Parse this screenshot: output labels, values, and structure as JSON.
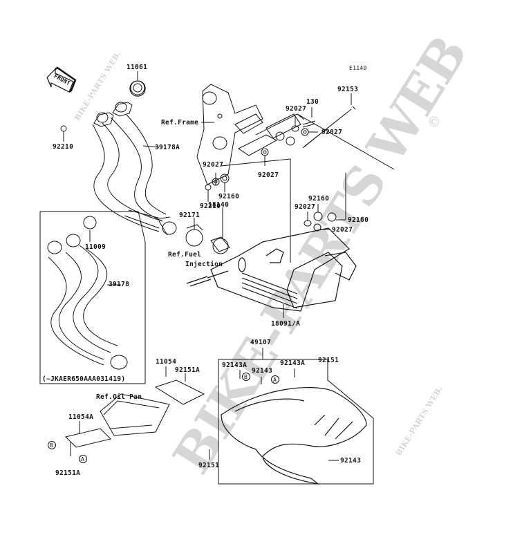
{
  "diagram": {
    "code": "E1140",
    "front_indicator": "FRONT",
    "watermark": {
      "main": "BIKE-PARTS WEB",
      "copyright": "©",
      "small": [
        "BIKE-PARTS WEB.",
        "BIKE-PARTS WEB."
      ]
    },
    "serial_note": "(~JKAER650AAA031419)",
    "references": {
      "frame": "Ref.Frame",
      "fuel_injection_line1": "Ref.Fuel",
      "fuel_injection_line2": "Injection",
      "oil_pan": "Ref.Oil Pan"
    },
    "callouts": {
      "A": "A",
      "B": "B"
    },
    "parts": [
      {
        "id": "p11061",
        "number": "11061"
      },
      {
        "id": "p92210a",
        "number": "92210"
      },
      {
        "id": "p39178A",
        "number": "39178A"
      },
      {
        "id": "p92153",
        "number": "92153"
      },
      {
        "id": "p130",
        "number": "130"
      },
      {
        "id": "p92027a",
        "number": "92027"
      },
      {
        "id": "p92027b",
        "number": "92027"
      },
      {
        "id": "p92027c",
        "number": "92027"
      },
      {
        "id": "p92027d",
        "number": "92027"
      },
      {
        "id": "p92210b",
        "number": "92210"
      },
      {
        "id": "p92160a",
        "number": "92160"
      },
      {
        "id": "p92160b",
        "number": "92160"
      },
      {
        "id": "p92027e",
        "number": "92027"
      },
      {
        "id": "p92160c",
        "number": "92160"
      },
      {
        "id": "p92027f",
        "number": "92027"
      },
      {
        "id": "p92171",
        "number": "92171"
      },
      {
        "id": "p18140",
        "number": "18140"
      },
      {
        "id": "p11009",
        "number": "11009"
      },
      {
        "id": "p39178",
        "number": "39178"
      },
      {
        "id": "p18091A",
        "number": "18091/A"
      },
      {
        "id": "p49107",
        "number": "49107"
      },
      {
        "id": "p92143Aa",
        "number": "92143A"
      },
      {
        "id": "p92143a",
        "number": "92143"
      },
      {
        "id": "p92143Ab",
        "number": "92143A"
      },
      {
        "id": "p92151a",
        "number": "92151"
      },
      {
        "id": "p11054",
        "number": "11054"
      },
      {
        "id": "p92151Aa",
        "number": "92151A"
      },
      {
        "id": "p11054A",
        "number": "11054A"
      },
      {
        "id": "p92151Ab",
        "number": "92151A"
      },
      {
        "id": "p92151b",
        "number": "92151"
      },
      {
        "id": "p92143b",
        "number": "92143"
      }
    ]
  }
}
